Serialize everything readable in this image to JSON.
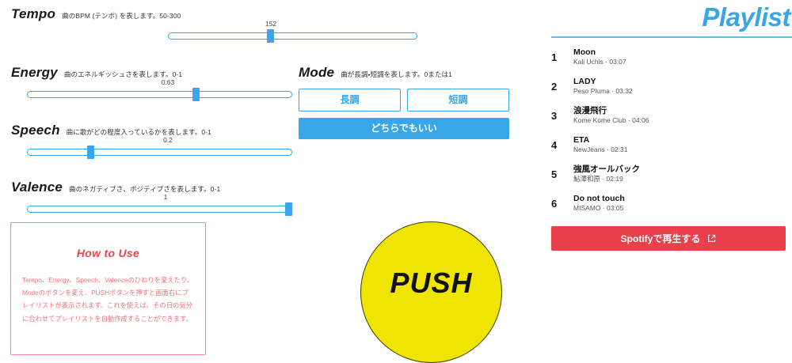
{
  "params": {
    "tempo": {
      "title": "Tempo",
      "desc": "曲のBPM (テンポ) を表します。50-300",
      "value": "152",
      "min": 50,
      "max": 300,
      "percent": 41
    },
    "energy": {
      "title": "Energy",
      "desc": "曲のエネルギッシュさを表します。0-1",
      "value": "0.63",
      "min": 0,
      "max": 1,
      "percent": 63
    },
    "speech": {
      "title": "Speech",
      "desc": "曲に歌がどの程度入っているかを表します。0-1",
      "value": "0.2",
      "min": 0,
      "max": 1,
      "percent": 20
    },
    "valence": {
      "title": "Valence",
      "desc": "曲のネガティブさ、ポジティブさを表します。0-1",
      "value": "1",
      "min": 0,
      "max": 1,
      "percent": 100
    }
  },
  "mode": {
    "title": "Mode",
    "desc": "曲が長調・短調を表します。0または1",
    "major_label": "長調",
    "minor_label": "短調",
    "either_label": "どちらでもいい",
    "selected": "either"
  },
  "howto": {
    "heading": "How to Use",
    "body": "Tempo、Energy、Speech、Valenceのひねりを変えたり、Modeのボタンを変え、PUSHボタンを押すと画面右にプレイリストが表示されます。これを使えば、その日の気分に合わせてプレイリストを自動作成することができます。"
  },
  "push": {
    "label": "PUSH"
  },
  "playlist": {
    "title": "Playlist",
    "tracks": [
      {
        "num": "1",
        "name": "Moon",
        "meta": "Kali Uchis · 03:07"
      },
      {
        "num": "2",
        "name": "LADY",
        "meta": "Peso Pluma · 03:32"
      },
      {
        "num": "3",
        "name": "浪漫飛行",
        "meta": "Kome Kome Club · 04:06"
      },
      {
        "num": "4",
        "name": "ETA",
        "meta": "NewJeans · 02:31"
      },
      {
        "num": "5",
        "name": "強風オールバック",
        "meta": "鮎澤和原 · 02:19"
      },
      {
        "num": "6",
        "name": "Do not touch",
        "meta": "MISAMO · 03:05"
      }
    ],
    "spotify_label": "Spotifyで再生する"
  },
  "colors": {
    "accent_blue": "#39a6e8",
    "spotify_red": "#e8414b",
    "howto_pink": "#f0737f",
    "push_yellow": "#f0e500",
    "green_edge": "#a6d18a"
  }
}
